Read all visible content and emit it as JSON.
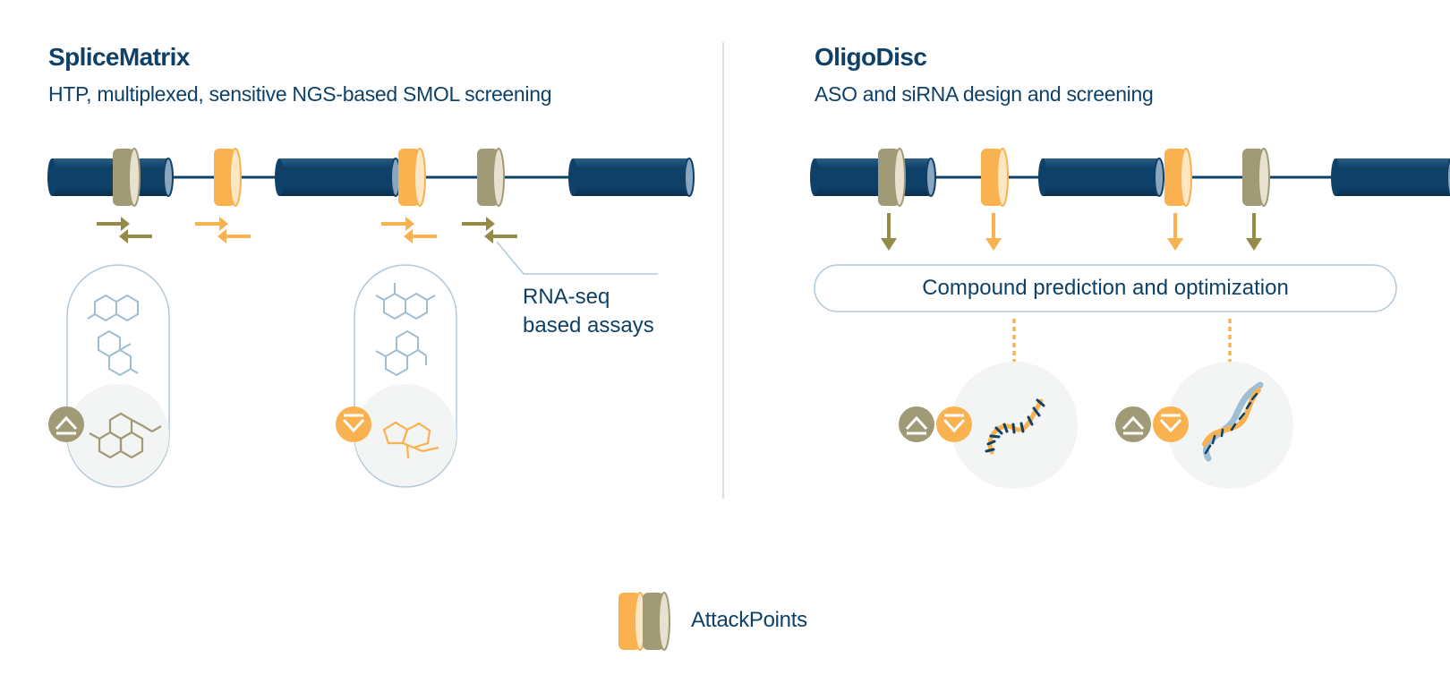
{
  "left_panel": {
    "title": "SpliceMatrix",
    "subtitle": "HTP, multiplexed, sensitive NGS-based SMOL screening",
    "callout": [
      "RNA-seq",
      "based assays"
    ]
  },
  "right_panel": {
    "title": "OligoDisc",
    "subtitle": "ASO and siRNA design and screening",
    "box_label": "Compound prediction and optimization"
  },
  "legend": {
    "label": "AttackPoints"
  },
  "colors": {
    "navy": "#0e4068",
    "orange": "#f9b24f",
    "olive": "#a09a76",
    "arrow_olive": "#938b46",
    "outline": "#b3c8d8",
    "molecule_blue": "#9fbdd3",
    "circle_fill": "#f3f4f4"
  },
  "icons": [
    "up-arrow-icon",
    "down-arrow-icon",
    "molecule-icon",
    "rna-strand-icon",
    "dna-helix-icon"
  ]
}
